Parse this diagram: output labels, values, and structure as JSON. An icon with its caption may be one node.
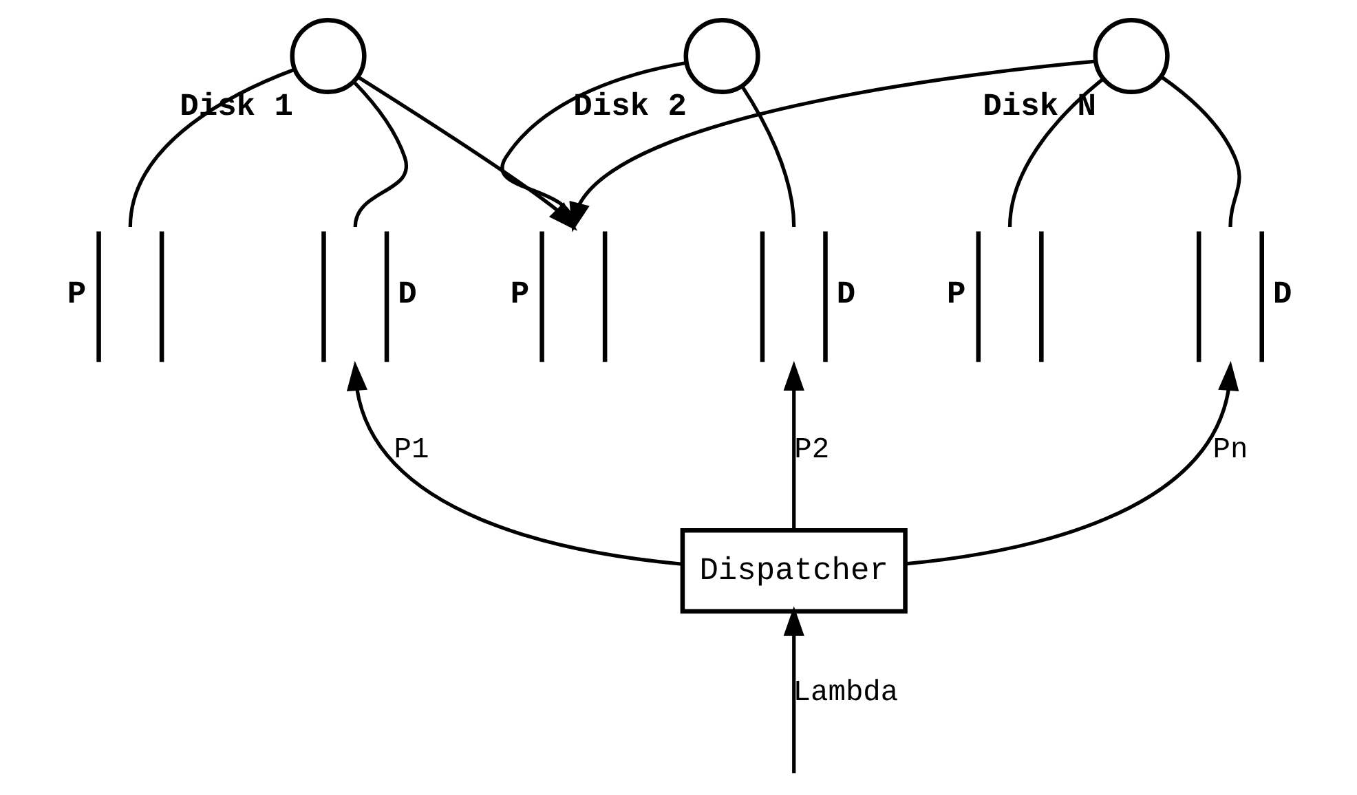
{
  "diagram": {
    "nodes": [
      {
        "text": [
          "Disk 1"
        ]
      },
      {
        "text": [
          "P"
        ]
      },
      {
        "text": [
          "D"
        ]
      },
      {
        "text": [
          "Disk 2"
        ]
      },
      {
        "text": [
          "P"
        ]
      },
      {
        "text": [
          "D"
        ]
      },
      {
        "text": [
          "Disk N"
        ]
      },
      {
        "text": [
          "P"
        ]
      },
      {
        "text": [
          "D"
        ]
      },
      {
        "text": [
          "Dispatcher"
        ]
      }
    ],
    "edges": [
      {
        "from": 0,
        "to": 1,
        "arrow": "none"
      },
      {
        "from": 0,
        "to": 2,
        "arrow": "none"
      },
      {
        "from": 3,
        "to": 4,
        "arrow": "none"
      },
      {
        "from": 3,
        "to": 5,
        "arrow": "none"
      },
      {
        "from": 6,
        "to": 7,
        "arrow": "none"
      },
      {
        "from": 6,
        "to": 8,
        "arrow": "none"
      },
      {
        "from": 0,
        "to": 4,
        "arrow": "to"
      },
      {
        "from": 6,
        "to": 4,
        "arrow": "to"
      },
      {
        "from": 9,
        "to": 2,
        "label": "P1",
        "arrow": "to"
      },
      {
        "from": 9,
        "to": 5,
        "label": "P2",
        "arrow": "to"
      },
      {
        "from": 9,
        "to": 8,
        "label": "Pn",
        "arrow": "to"
      },
      {
        "from": null,
        "to": 9,
        "label": "Lambda",
        "arrow": "to"
      }
    ]
  }
}
